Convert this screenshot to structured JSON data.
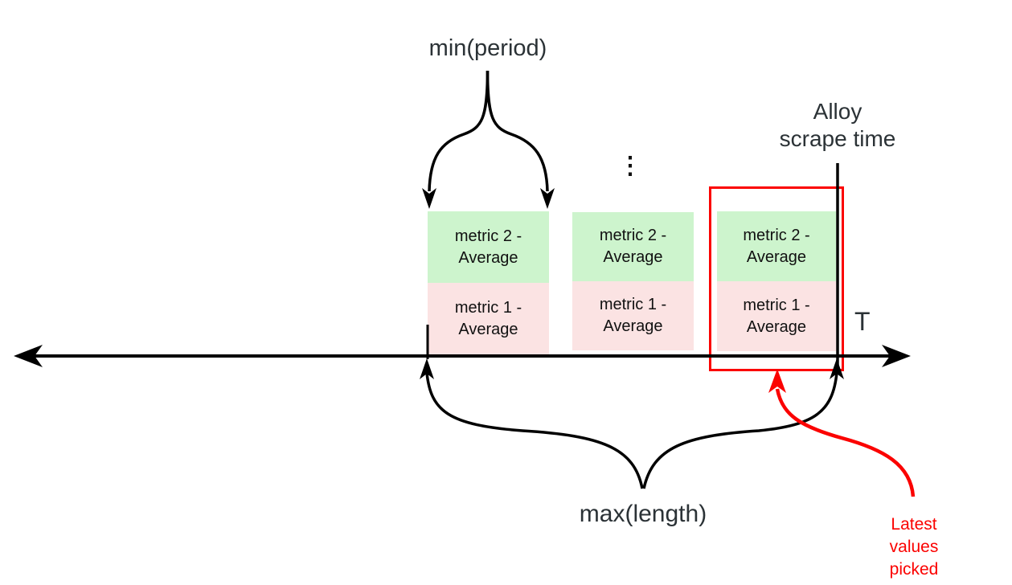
{
  "colors": {
    "green": "#cdf4cd",
    "pink": "#fbe3e3",
    "red": "#fb0200",
    "line": "#000000",
    "text": "#2b3236"
  },
  "labels": {
    "min_period": "min(period)",
    "ellipsis": "⋮",
    "alloy_scrape_time": "Alloy\nscrape time",
    "axis_t": "T",
    "max_length": "max(length)",
    "latest_values": "Latest values\npicked"
  },
  "stacks": [
    {
      "top": "metric 2 -\nAverage",
      "bottom": "metric 1 -\nAverage"
    },
    {
      "top": "metric 2 -\nAverage",
      "bottom": "metric 1 -\nAverage"
    },
    {
      "top": "metric 2 -\nAverage",
      "bottom": "metric 1 -\nAverage"
    }
  ]
}
